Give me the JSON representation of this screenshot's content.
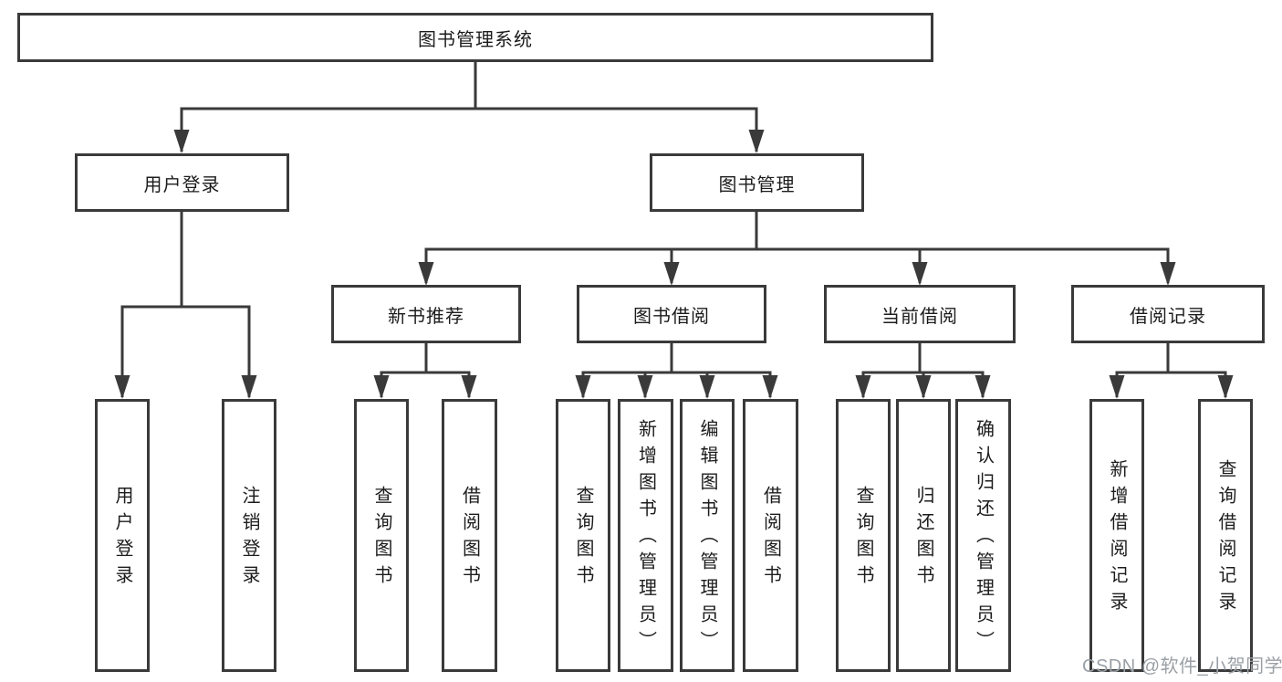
{
  "diagram": {
    "title": "图书管理系统",
    "root": "图书管理系统",
    "branches": {
      "login": "用户登录",
      "management": "图书管理"
    },
    "modules": [
      "新书推荐",
      "图书借阅",
      "当前借阅",
      "借阅记录"
    ],
    "login_children": [
      "用户登录",
      "注销登录"
    ],
    "recommend_children": [
      "查询图书",
      "借阅图书"
    ],
    "borrow_children": [
      "查询图书",
      "新增图书（管理员）",
      "编辑图书（管理员）",
      "借阅图书"
    ],
    "current_children": [
      "查询图书",
      "归还图书",
      "确认归还（管理员）"
    ],
    "record_children": [
      "新增借阅记录",
      "查询借阅记录"
    ]
  },
  "watermark": "CSDN @软件_小贺同学",
  "colors": {
    "line": "#3a3a3a",
    "box_border": "#3a3a3a",
    "text": "#1c1c1c",
    "watermark": "#9aa0a6",
    "background": "#ffffff"
  }
}
